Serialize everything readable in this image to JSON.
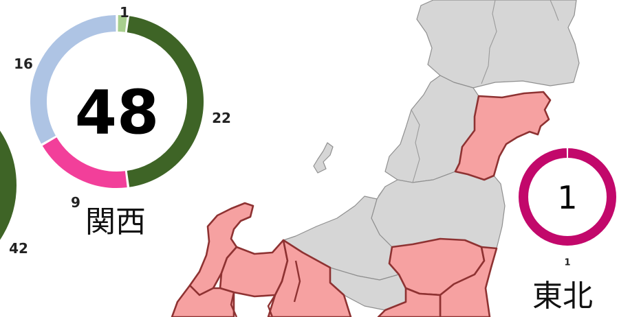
{
  "colors": {
    "dark_green": "#3e6426",
    "light_green": "#a8cf8e",
    "light_blue": "#aec4e4",
    "pink": "#f23f9a",
    "crimson": "#c2086b",
    "map_gray": "#d6d6d6",
    "map_red": "#f6a1a1",
    "map_red_border": "#8e3232"
  },
  "left_partial": {
    "label": "42"
  },
  "kansai": {
    "name": "関西",
    "total": "48",
    "segments": [
      {
        "value": 1,
        "label": "1",
        "color": "#a8cf8e"
      },
      {
        "value": 22,
        "label": "22",
        "color": "#3e6426"
      },
      {
        "value": 9,
        "label": "9",
        "color": "#f23f9a"
      },
      {
        "value": 16,
        "label": "16",
        "color": "#aec4e4"
      }
    ]
  },
  "tohoku": {
    "name": "東北",
    "total": "1",
    "segments": [
      {
        "value": 1,
        "label": "1",
        "color": "#c2086b"
      }
    ]
  }
}
